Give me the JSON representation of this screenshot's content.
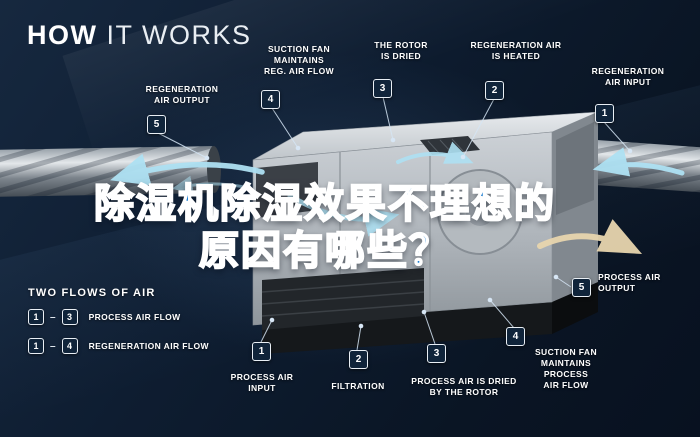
{
  "title": {
    "bold": "HOW",
    "light": "IT WORKS"
  },
  "overlay": {
    "line1": "除湿机除湿效果不理想的",
    "line2": "原因有哪些？"
  },
  "callouts_top": [
    {
      "num": "5",
      "label": "REGENERATION\nAIR OUTPUT"
    },
    {
      "num": "4",
      "label": "SUCTION FAN\nMAINTAINS\nREG. AIR FLOW"
    },
    {
      "num": "3",
      "label": "THE ROTOR\nIS DRIED"
    },
    {
      "num": "2",
      "label": "REGENERATION AIR\nIS HEATED"
    },
    {
      "num": "1",
      "label": "REGENERATION\nAIR INPUT"
    }
  ],
  "callouts_bottom": [
    {
      "num": "1",
      "label": "PROCESS AIR\nINPUT"
    },
    {
      "num": "2",
      "label": "FILTRATION"
    },
    {
      "num": "3",
      "label": "PROCESS AIR IS DRIED\nBY THE ROTOR"
    },
    {
      "num": "4",
      "label": "SUCTION FAN\nMAINTAINS PROCESS\nAIR FLOW"
    },
    {
      "num": "5",
      "label": "PROCESS AIR\nOUTPUT"
    }
  ],
  "legend": {
    "heading": "TWO FLOWS OF AIR",
    "dash": "–",
    "items": [
      {
        "start": "1",
        "end": "3",
        "label": "PROCESS AIR FLOW"
      },
      {
        "start": "1",
        "end": "4",
        "label": "REGENERATION AIR FLOW"
      }
    ]
  },
  "colors": {
    "background": "#0e1d31",
    "overlay_blue": "#1f7fd2",
    "overlay_outline": "#ffffff",
    "airflow_cyan": "#aee1f3",
    "airflow_tan": "#e8d5ae",
    "badge_bg": "#10243a",
    "badge_border": "#e9eff5",
    "label_text": "#ffffff"
  }
}
